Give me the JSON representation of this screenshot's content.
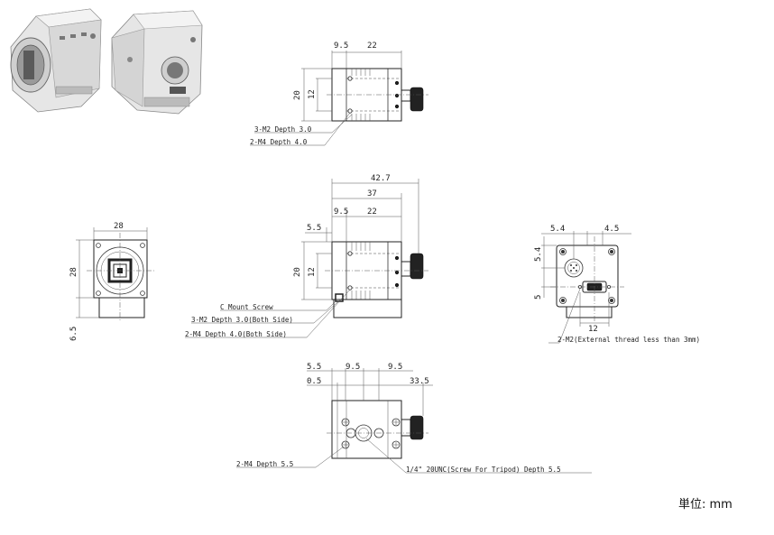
{
  "unit_label": "単位: mm",
  "top_view": {
    "dims": [
      "9.5",
      "22",
      "20",
      "12"
    ],
    "notes": [
      "3-M2 Depth 3.0",
      "2-M4 Depth 4.0"
    ]
  },
  "front_view": {
    "dims": [
      "28",
      "28",
      "6.5"
    ]
  },
  "side_view": {
    "dims": [
      "42.7",
      "37",
      "9.5",
      "22",
      "5.5",
      "20",
      "12"
    ],
    "notes": [
      "C Mount Screw",
      "3-M2 Depth 3.0(Both Side)",
      "2-M4 Depth 4.0(Both Side)"
    ]
  },
  "rear_view": {
    "dims": [
      "5.4",
      "4.5",
      "5.4",
      "5",
      "12"
    ],
    "notes": [
      "2-M2(External thread less than 3mm)"
    ]
  },
  "bottom_view": {
    "dims": [
      "5.5",
      "9.5",
      "9.5",
      "0.5",
      "33.5"
    ],
    "notes": [
      "2-M4 Depth 5.5",
      "1/4\" 20UNC(Screw For Tripod) Depth 5.5"
    ]
  }
}
